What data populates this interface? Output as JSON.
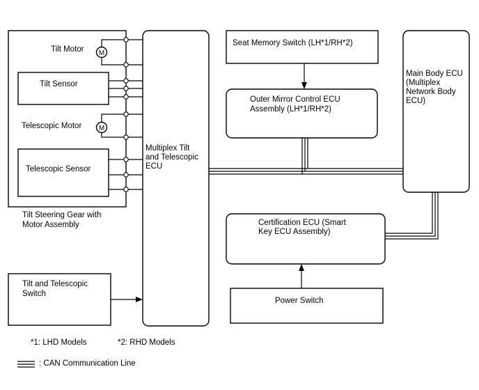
{
  "components": {
    "tilt_steering_gear": {
      "label_lines": [
        "Tilt Steering Gear with",
        "Motor Assembly"
      ]
    },
    "tilt_motor": {
      "label": "Tilt Motor",
      "symbol": "M"
    },
    "tilt_sensor": {
      "label": "Tilt Sensor"
    },
    "telescopic_motor": {
      "label": "Telescopic Motor",
      "symbol": "M"
    },
    "telescopic_sensor": {
      "label": "Telescopic Sensor"
    },
    "tilt_telescopic_switch": {
      "label_lines": [
        "Tilt and Telescopic",
        "Switch"
      ]
    },
    "multiplex_tilt_ecu": {
      "label_lines": [
        "Multiplex Tilt",
        "and Telescopic",
        "ECU"
      ]
    },
    "seat_memory_switch": {
      "label": "Seat Memory Switch (LH*1/RH*2)"
    },
    "outer_mirror_ecu": {
      "label_lines": [
        "Outer Mirror Control ECU",
        "Assembly (LH*1/RH*2)"
      ]
    },
    "main_body_ecu": {
      "label_lines": [
        "Main Body ECU",
        "(Multiplex",
        "Network Body",
        "ECU)"
      ]
    },
    "certification_ecu": {
      "label_lines": [
        "Certification ECU (Smart",
        "Key ECU Assembly)"
      ]
    },
    "power_switch": {
      "label": "Power Switch"
    }
  },
  "notes": {
    "lhd": "*1: LHD Models",
    "rhd": "*2: RHD Models"
  },
  "legend": {
    "can_line": ": CAN Communication Line"
  }
}
